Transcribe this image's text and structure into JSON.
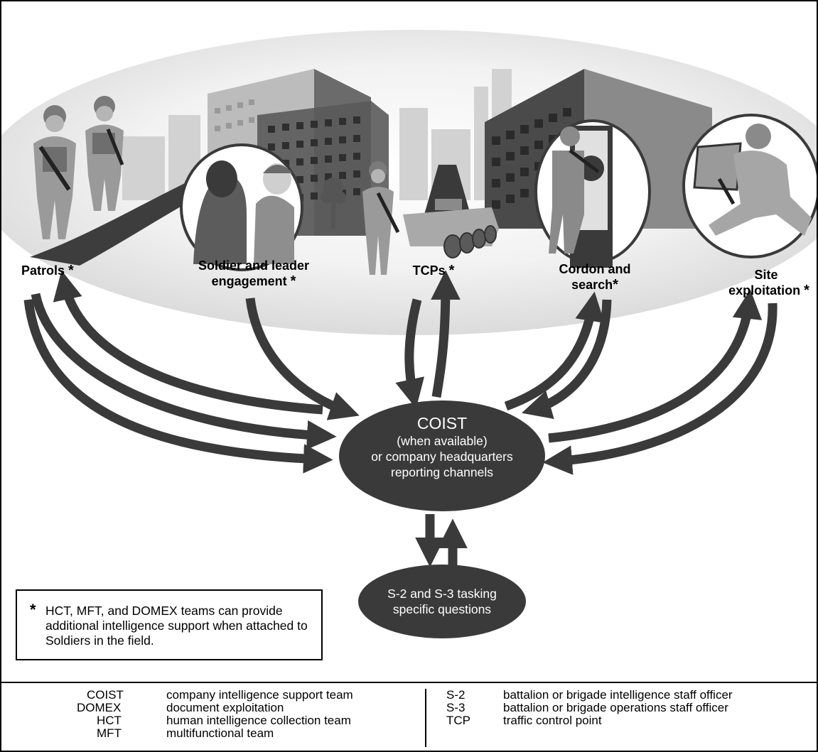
{
  "activities": [
    {
      "label": "Patrols",
      "star": "*"
    },
    {
      "label_line1": "Soldier and leader",
      "label_line2": "engagement",
      "star": "*"
    },
    {
      "label": "TCPs",
      "star": "*"
    },
    {
      "label_line1": "Cordon and",
      "label_line2": "search",
      "star": "*"
    },
    {
      "label_line1": "Site",
      "label_line2": "exploitation",
      "star": "*"
    }
  ],
  "hub": {
    "title": "COIST",
    "line1": "(when available)",
    "line2": "or company headquarters",
    "line3": "reporting channels"
  },
  "tasking": {
    "line1": "S-2 and S-3 tasking",
    "line2": "specific questions"
  },
  "note": {
    "star": "*",
    "text": "HCT, MFT, and DOMEX teams can provide additional intelligence support when attached to Soldiers in the field."
  },
  "legend": {
    "left": [
      {
        "abbr": "COIST",
        "def": "company intelligence support team"
      },
      {
        "abbr": "DOMEX",
        "def": "document exploitation"
      },
      {
        "abbr": "HCT",
        "def": "human intelligence collection team"
      },
      {
        "abbr": "MFT",
        "def": "multifunctional team"
      }
    ],
    "right": [
      {
        "abbr": "S-2",
        "def": "battalion or brigade intelligence staff officer"
      },
      {
        "abbr": "S-3",
        "def": "battalion or brigade operations staff officer"
      },
      {
        "abbr": "TCP",
        "def": "traffic control point"
      }
    ]
  },
  "colors": {
    "background_scene": "#e6e6e6",
    "arrow": "#3a3a3a",
    "hub": "#3a3a3a",
    "building_dark": "#4d4d4d",
    "building_mid": "#8c8c8c",
    "building_light": "#bdbdbd"
  }
}
